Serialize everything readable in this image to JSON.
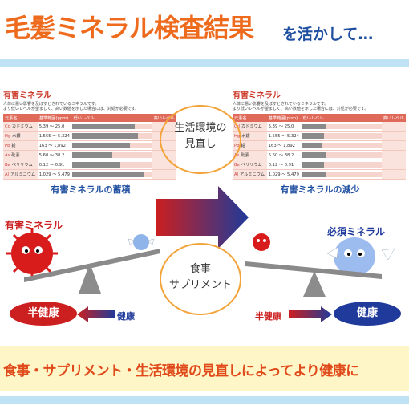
{
  "header": {
    "title": "毛髪ミネラル検査結果",
    "subtitle": "を活かして…"
  },
  "left_panel": {
    "title": "有害ミネラル",
    "desc1": "人体に悪い影響を及ぼすとされているミネラルです。",
    "desc2": "より低いレベルが望ましく、高い数値を示した場合には、対処が必要です。",
    "columns": [
      "元素名",
      "基準範囲(ppm)",
      "低いレベル",
      "",
      "高いレベル"
    ],
    "rows": [
      {
        "sym": "Cd",
        "name": "カドミウム",
        "range": "5.39 〜 25.0",
        "level": 0.78
      },
      {
        "sym": "Hg",
        "name": "水銀",
        "range": "1.555 〜 5.324",
        "level": 0.82
      },
      {
        "sym": "Pb",
        "name": "鉛",
        "range": "163 〜 1,892",
        "level": 0.72
      },
      {
        "sym": "As",
        "name": "砒素",
        "range": "5.60 〜 38.2",
        "level": 0.5
      },
      {
        "sym": "Be",
        "name": "ベリリウム",
        "range": "0.12 〜 0.91",
        "level": 0.6
      },
      {
        "sym": "Al",
        "name": "アルミニウム",
        "range": "1,029 〜 5,479",
        "level": 0.9
      }
    ],
    "caption": "有害ミネラルの蓄積"
  },
  "right_panel": {
    "title": "有害ミネラル",
    "desc1": "人体に悪い影響を及ぼすとされているミネラルです。",
    "desc2": "より低いレベルが望ましく、高い数値を示した場合には、対処が必要です。",
    "columns": [
      "元素名",
      "基準範囲(ppm)",
      "低いレベル",
      "",
      "高いレベル"
    ],
    "rows": [
      {
        "sym": "Cd",
        "name": "カドミウム",
        "range": "5.39 〜 25.0",
        "level": 0.3
      },
      {
        "sym": "Hg",
        "name": "水銀",
        "range": "1.555 〜 5.324",
        "level": 0.28
      },
      {
        "sym": "Pb",
        "name": "鉛",
        "range": "163 〜 1,892",
        "level": 0.25
      },
      {
        "sym": "As",
        "name": "砒素",
        "range": "5.60 〜 38.2",
        "level": 0.3
      },
      {
        "sym": "Be",
        "name": "ベリリウム",
        "range": "0.12 〜 0.91",
        "level": 0.28
      },
      {
        "sym": "Al",
        "name": "アルミニウム",
        "range": "1,029 〜 5,479",
        "level": 0.3
      }
    ],
    "caption": "有害ミネラルの減少"
  },
  "circle_top": {
    "line1": "生活環境の",
    "line2": "見直し"
  },
  "circle_bottom": {
    "line1": "食事",
    "line2": "サプリメント"
  },
  "left_scale": {
    "heavy_label": "有害ミネラル",
    "oval_label": "半健康",
    "arrow_label": "健康"
  },
  "right_scale": {
    "heavy_label": "必須ミネラル",
    "left_label": "半健康",
    "oval_label": "健康"
  },
  "footer": {
    "text": "食事・サプリメント・生活環境の見直しによってより健康に"
  },
  "colors": {
    "title": "#ee6a1c",
    "subtitle": "#1f4fa0",
    "accent_red": "#cc1f1f",
    "accent_blue": "#1f3a9a",
    "band_blue": "#bfe3f5",
    "band_yellow": "#fff6c8"
  }
}
